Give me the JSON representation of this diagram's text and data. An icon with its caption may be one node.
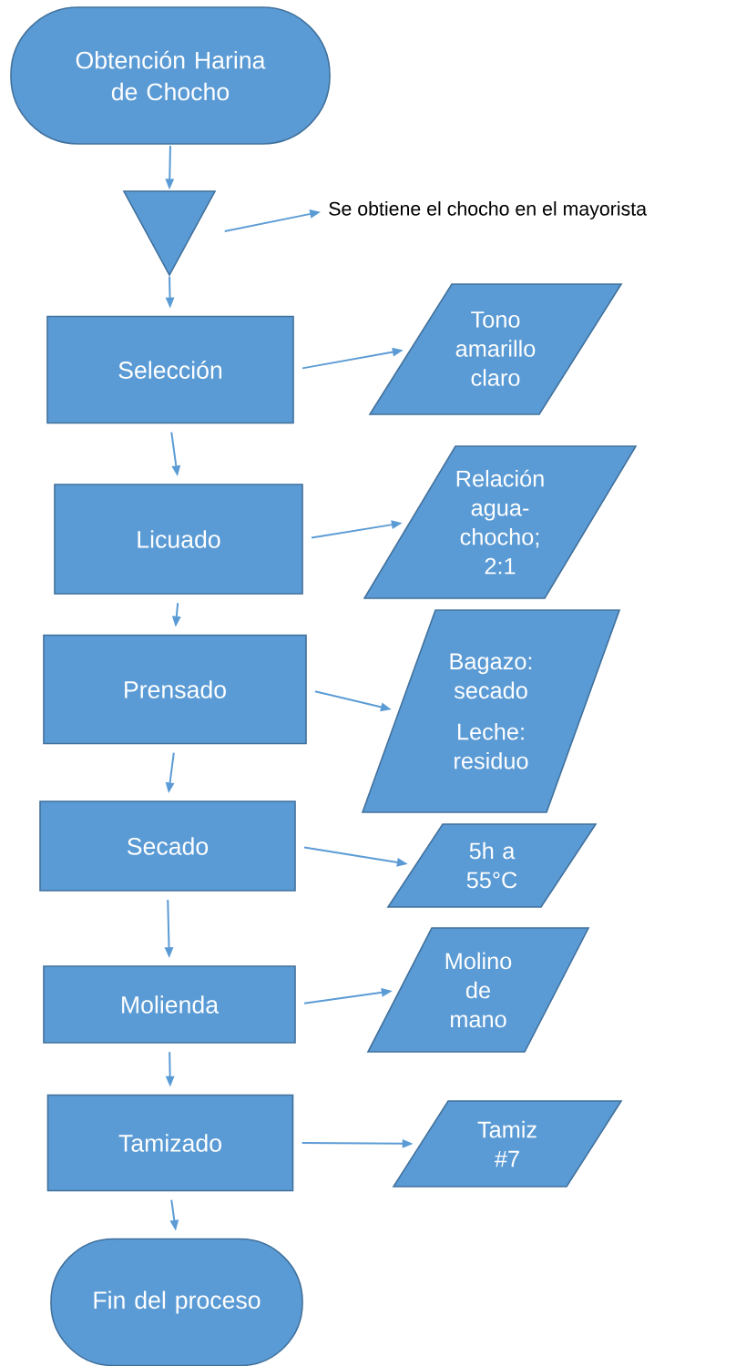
{
  "diagram": {
    "nodes": [
      {
        "text": [
          "Obtención Harina de Chocho"
        ]
      },
      {
        "text": [],
        "shape": "triangle"
      },
      {
        "text": [
          "Se obtiene el chocho en el mayorista"
        ]
      },
      {
        "text": [
          "Selección"
        ]
      },
      {
        "text": [
          "Tono amarillo claro"
        ]
      },
      {
        "text": [
          "Licuado"
        ]
      },
      {
        "text": [
          "Relación agua-chocho; 2:1"
        ]
      },
      {
        "text": [
          "Prensado"
        ]
      },
      {
        "text": [
          "Bagazo: secado",
          "Leche: residuo"
        ]
      },
      {
        "text": [
          "Secado"
        ]
      },
      {
        "text": [
          "5h a 55°C"
        ]
      },
      {
        "text": [
          "Molienda"
        ]
      },
      {
        "text": [
          "Molino de mano"
        ]
      },
      {
        "text": [
          "Tamizado"
        ]
      },
      {
        "text": [
          "Tamiz #7"
        ]
      },
      {
        "text": [
          "Fin del proceso"
        ]
      }
    ],
    "edges": [
      {
        "from": 0,
        "to": 1,
        "arrow": "to"
      },
      {
        "from": 1,
        "to": 2,
        "arrow": "to"
      },
      {
        "from": 1,
        "to": 3,
        "arrow": "to"
      },
      {
        "from": 3,
        "to": 4,
        "arrow": "to"
      },
      {
        "from": 3,
        "to": 5,
        "arrow": "to"
      },
      {
        "from": 5,
        "to": 6,
        "arrow": "to"
      },
      {
        "from": 5,
        "to": 7,
        "arrow": "to"
      },
      {
        "from": 7,
        "to": 8,
        "arrow": "to"
      },
      {
        "from": 7,
        "to": 9,
        "arrow": "to"
      },
      {
        "from": 9,
        "to": 10,
        "arrow": "to"
      },
      {
        "from": 9,
        "to": 11,
        "arrow": "to"
      },
      {
        "from": 11,
        "to": 12,
        "arrow": "to"
      },
      {
        "from": 11,
        "to": 13,
        "arrow": "to"
      },
      {
        "from": 13,
        "to": 14,
        "arrow": "to"
      },
      {
        "from": 13,
        "to": 15,
        "arrow": "to"
      }
    ]
  }
}
